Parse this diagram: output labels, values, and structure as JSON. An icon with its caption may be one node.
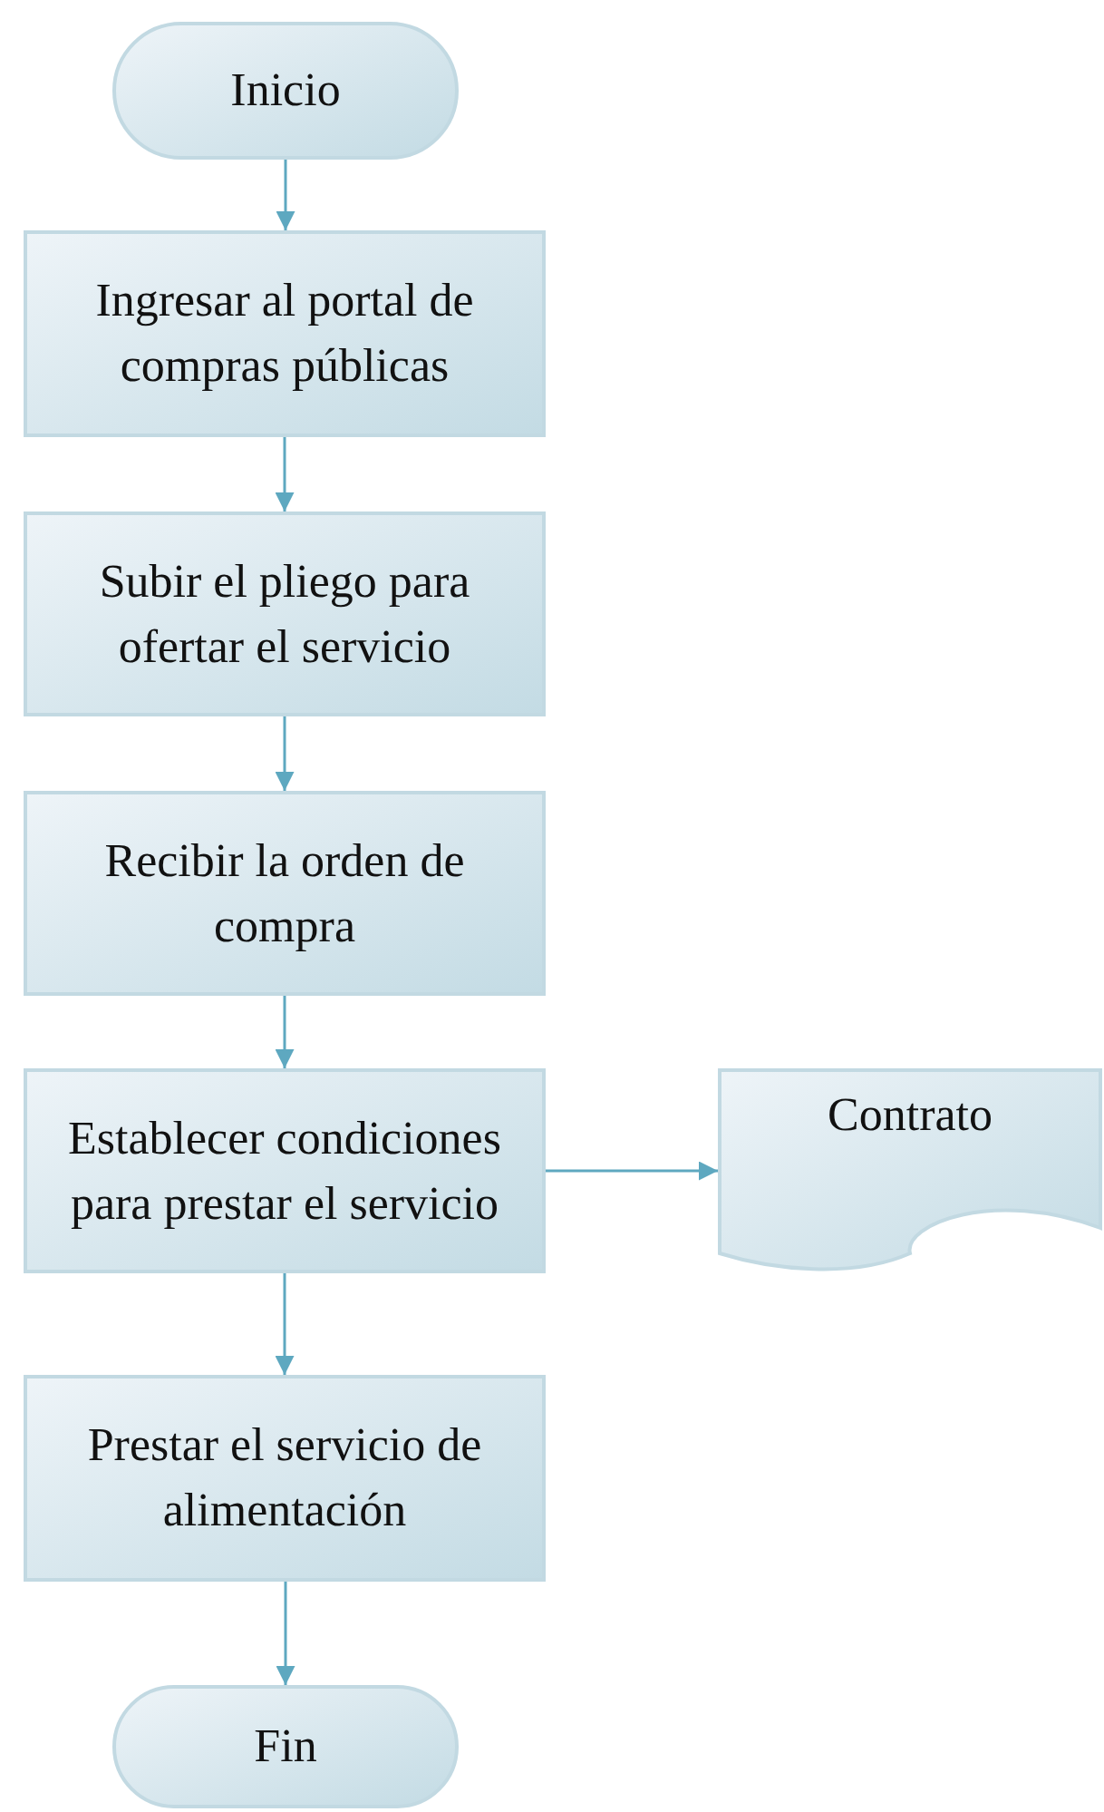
{
  "diagram": {
    "nodes": [
      {
        "text": [
          "Inicio"
        ]
      },
      {
        "text": [
          "Ingresar al portal de compras públicas"
        ]
      },
      {
        "text": [
          "Subir el pliego para ofertar el servicio"
        ]
      },
      {
        "text": [
          "Recibir la orden de compra"
        ]
      },
      {
        "text": [
          "Establecer condiciones para prestar el servicio"
        ]
      },
      {
        "text": [
          "Contrato"
        ]
      },
      {
        "text": [
          "Prestar el servicio de alimentación"
        ]
      },
      {
        "text": [
          "Fin"
        ]
      }
    ],
    "edges": [
      {
        "from": 0,
        "to": 1,
        "arrow": "to"
      },
      {
        "from": 1,
        "to": 2,
        "arrow": "to"
      },
      {
        "from": 2,
        "to": 3,
        "arrow": "to"
      },
      {
        "from": 3,
        "to": 4,
        "arrow": "to"
      },
      {
        "from": 4,
        "to": 5,
        "arrow": "to"
      },
      {
        "from": 4,
        "to": 6,
        "arrow": "to"
      },
      {
        "from": 6,
        "to": 7,
        "arrow": "to"
      }
    ]
  }
}
